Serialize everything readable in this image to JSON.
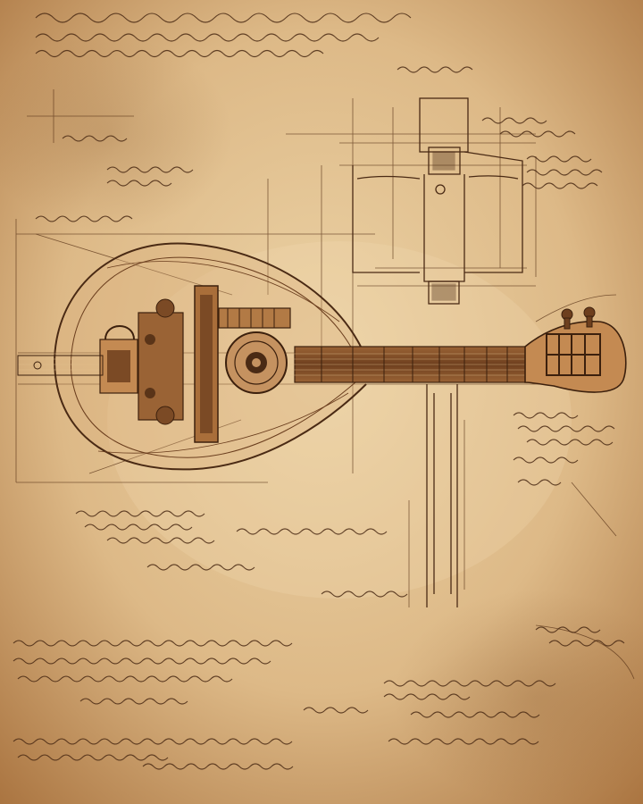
{
  "artwork": {
    "subject": "lute-instrument-technical-sketch",
    "medium": "sepia-ink-on-parchment",
    "text_legibility": "illegible-faux-script"
  },
  "palette": {
    "parchment_center": "#e9cfa0",
    "parchment_mid": "#d8b583",
    "parchment_edge": "#a9733f",
    "ink": "#4a2a14",
    "ink_light": "#7a4a26",
    "wood": "#7b4a25",
    "wood_light": "#b27a45"
  }
}
